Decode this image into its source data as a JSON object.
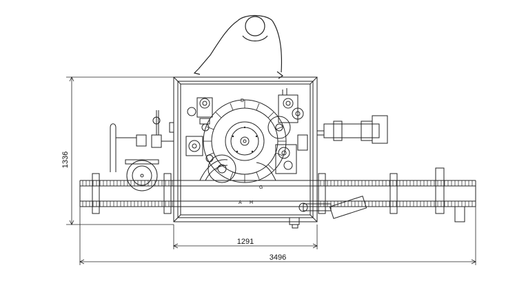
{
  "dimensions": {
    "height": "1336",
    "machine_width": "1291",
    "overall_width": "3496"
  },
  "station_labels": {
    "d": "D",
    "a": "A",
    "h": "H",
    "g": "G"
  },
  "colors": {
    "line": "#222222",
    "background": "#ffffff"
  }
}
